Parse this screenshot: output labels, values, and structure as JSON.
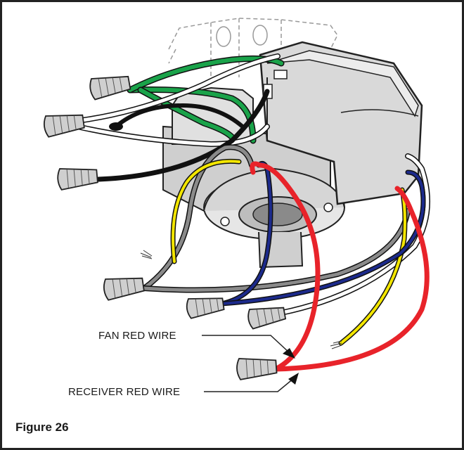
{
  "diagram": {
    "labels": {
      "fan_red_wire": "FAN RED WIRE",
      "receiver_red_wire": "RECEIVER RED WIRE"
    },
    "caption": "Figure 26"
  },
  "colors": {
    "red_wire": "#e8232a",
    "blue_wire": "#1c2a8c",
    "yellow_wire": "#f3e600",
    "gray_wire": "#8a8a8a",
    "green_wire": "#1aa34a",
    "black_wire": "#111111",
    "receiver_body": "#d9d9d9",
    "mounting_plate": "#e6e6e6"
  },
  "icons": [
    "wire-nut-icon",
    "arrow-icon",
    "junction-box-outline"
  ]
}
